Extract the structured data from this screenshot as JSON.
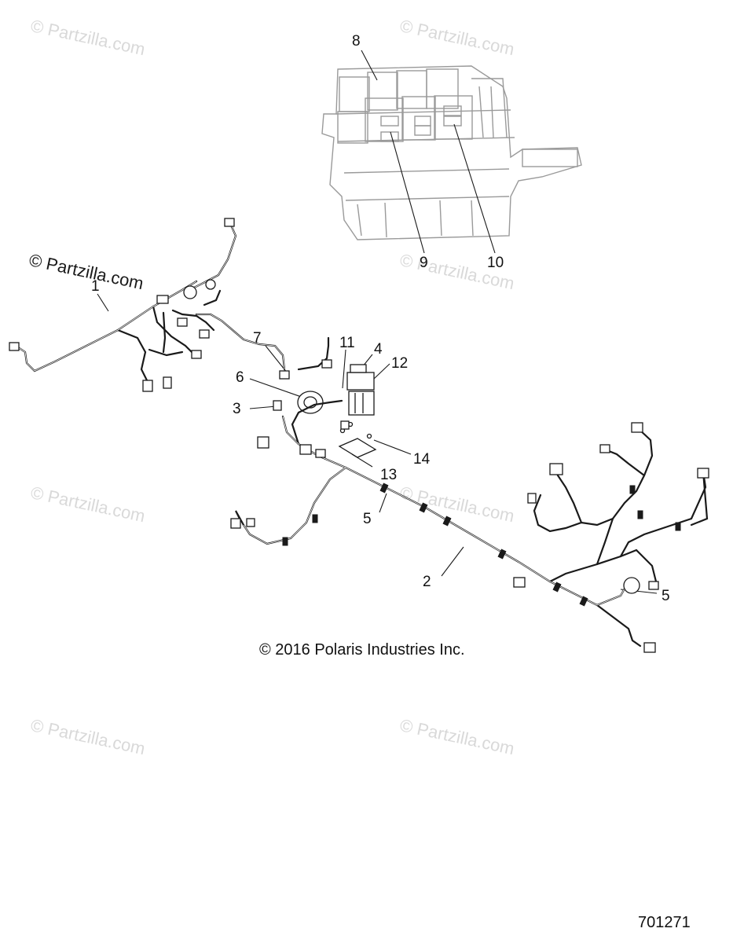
{
  "watermarks": [
    "© Partzilla.com",
    "© Partzilla.com",
    "© Partzilla.com",
    "© Partzilla.com",
    "© Partzilla.com",
    "© Partzilla.com",
    "© Partzilla.com",
    "© Partzilla.com"
  ],
  "callouts": {
    "c1": "1",
    "c2": "2",
    "c3": "3",
    "c4": "4",
    "c5a": "5",
    "c5b": "5",
    "c6": "6",
    "c7": "7",
    "c8": "8",
    "c9": "9",
    "c10": "10",
    "c11": "11",
    "c12": "12",
    "c13": "13",
    "c14": "14"
  },
  "copyright": "© 2016 Polaris Industries Inc.",
  "figure_id": "701271",
  "colors": {
    "line": "#1a1a1a",
    "watermark": "#d9d9d9",
    "fuse_box": "#9a9a9a"
  }
}
